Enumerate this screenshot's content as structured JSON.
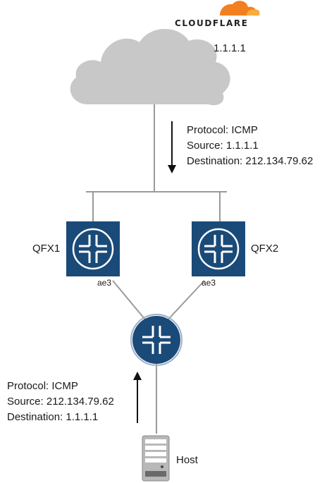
{
  "cloud": {
    "brand": "CLOUDFLARE",
    "ip": "1.1.1.1",
    "brand_color": "#f38020",
    "brand_color_light": "#faad3f",
    "cloud_color": "#c8c8c8"
  },
  "packet_down": {
    "lines": [
      "Protocol: ICMP",
      "Source: 1.1.1.1",
      "Destination: 212.134.79.62"
    ]
  },
  "packet_up": {
    "lines": [
      "Protocol: ICMP",
      "Source: 212.134.79.62",
      "Destination: 1.1.1.1"
    ]
  },
  "switches": [
    {
      "name": "QFX1",
      "port": "ae3"
    },
    {
      "name": "QFX2",
      "port": "ae3"
    }
  ],
  "switch_color": "#1a4a78",
  "host": {
    "name": "Host",
    "icon": "server-icon"
  }
}
